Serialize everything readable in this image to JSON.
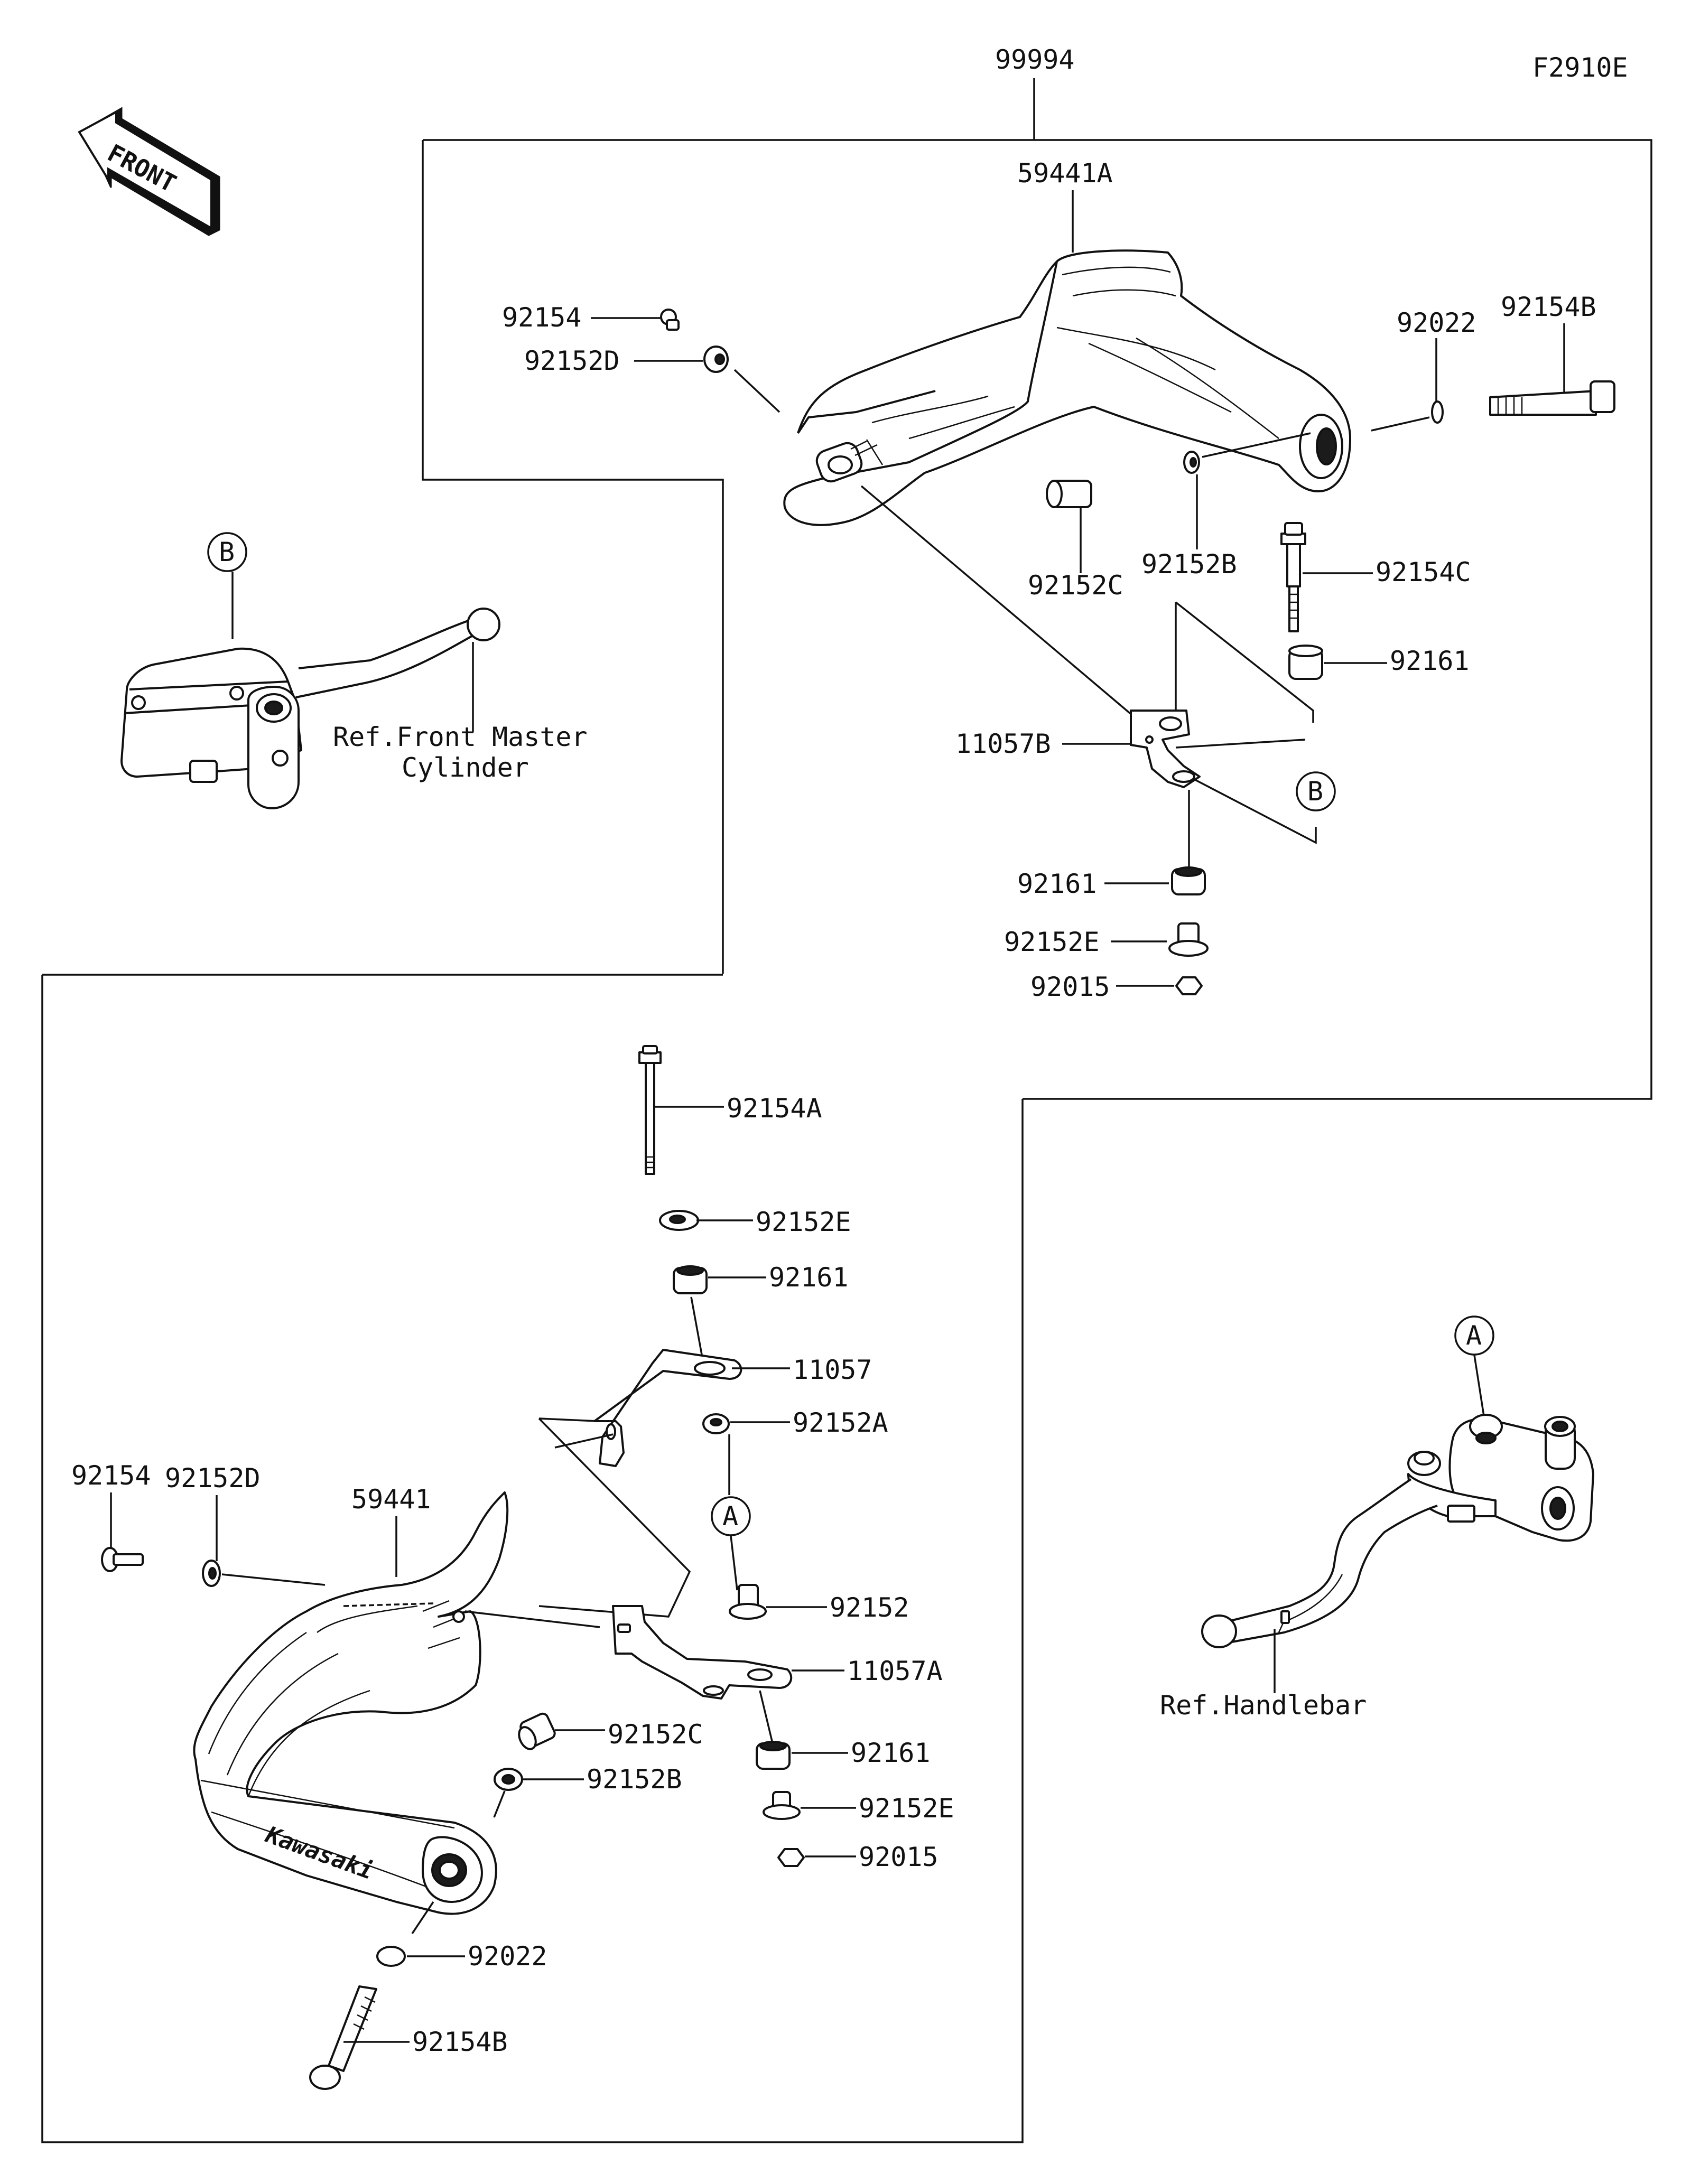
{
  "diagram_code": "F2910E",
  "assembly_number": "99994",
  "front_arrow_label": "FRONT",
  "ref_labels": {
    "front_master_cylinder_line1": "Ref.Front Master",
    "front_master_cylinder_line2": "Cylinder",
    "handlebar": "Ref.Handlebar"
  },
  "callouts": {
    "A": "A",
    "B": "B"
  },
  "upper_kit_parts": {
    "p59441A": "59441A",
    "p92154": "92154",
    "p92152D": "92152D",
    "p92022": "92022",
    "p92154B": "92154B",
    "p92152C": "92152C",
    "p92152B": "92152B",
    "p92154C": "92154C",
    "p92161_top": "92161",
    "p11057B": "11057B",
    "p92161_bottom": "92161",
    "p92152E": "92152E",
    "p92015": "92015"
  },
  "lower_kit_parts": {
    "p92154A": "92154A",
    "p92152E_top": "92152E",
    "p92161_top": "92161",
    "p11057": "11057",
    "p92152A": "92152A",
    "p92154": "92154",
    "p92152D": "92152D",
    "p59441": "59441",
    "p92152": "92152",
    "p11057A": "11057A",
    "p92152C": "92152C",
    "p92152B": "92152B",
    "p92161_bottom": "92161",
    "p92152E_bottom": "92152E",
    "p92015": "92015",
    "p92022": "92022",
    "p92154B": "92154B"
  },
  "handguard_brand_text": "Kawasaki"
}
